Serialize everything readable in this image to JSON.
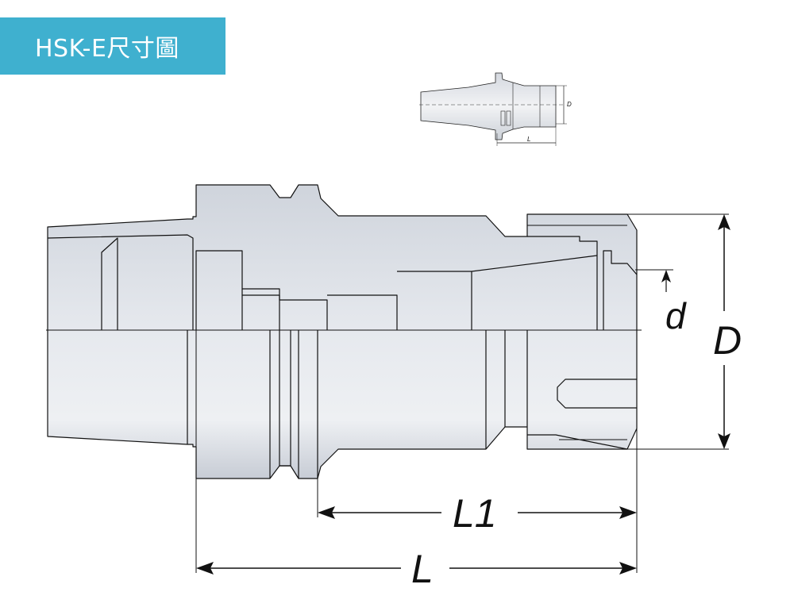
{
  "title": "HSK-E尺寸圖",
  "thumbnail": {
    "diameter_label": "D",
    "length_label": "L"
  },
  "dimensions": {
    "outer_diameter_label": "D",
    "bore_diameter_label": "d",
    "length_label": "L",
    "length_l1_label": "L1"
  },
  "colors": {
    "banner": "#3fb0cf",
    "body_fill": "#dde1e8",
    "outline": "#111111"
  }
}
